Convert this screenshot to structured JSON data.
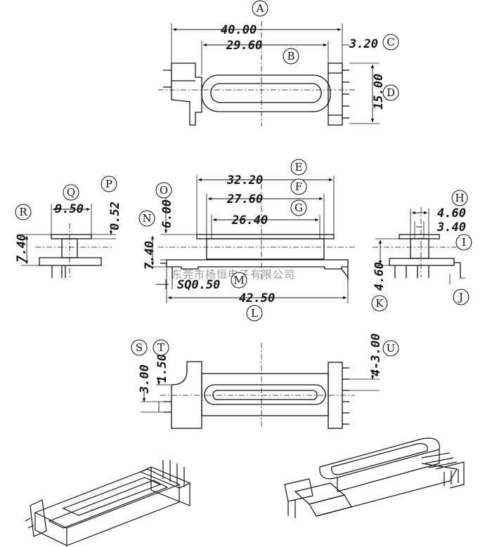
{
  "watermark": "东莞市扬恒电子有限公司",
  "circle_labels": [
    "A",
    "B",
    "C",
    "D",
    "E",
    "F",
    "G",
    "H",
    "I",
    "J",
    "K",
    "L",
    "M",
    "N",
    "O",
    "P",
    "Q",
    "R",
    "S",
    "T",
    "U"
  ],
  "dimensions": {
    "top_overall_width": "40.00",
    "top_body_width": "29.60",
    "top_pin_offset": "3.20",
    "top_height": "15.00",
    "front_flange_outer": "32.20",
    "front_flange_inner": "27.60",
    "front_core": "26.40",
    "front_total_length": "42.50",
    "front_pin_square": "SQ0.50",
    "front_flange_height": "6.00",
    "front_height": "7.40",
    "left_width": "9.50",
    "left_flange_thickness": "0.52",
    "left_height": "7.40",
    "right_outer": "4.60",
    "right_inner": "3.40",
    "right_pin_height": "4.60",
    "bottom_pitch_a": "3.00",
    "bottom_pitch_b": "1.50",
    "bottom_pitch_c": "4-3.00"
  }
}
